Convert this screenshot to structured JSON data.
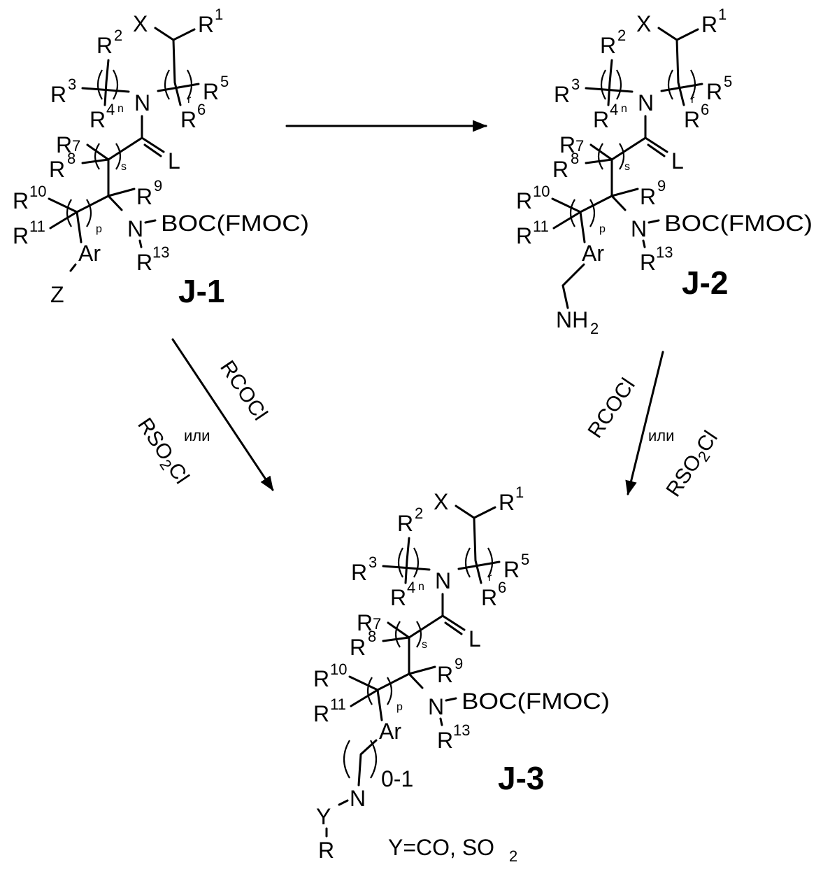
{
  "core": {
    "X": "X",
    "R1": [
      "R",
      "1"
    ],
    "R2": [
      "R",
      "2"
    ],
    "R3": [
      "R",
      "3"
    ],
    "R4": [
      "R",
      "4"
    ],
    "R5": [
      "R",
      "5"
    ],
    "R6": [
      "R",
      "6"
    ],
    "R7": [
      "R",
      "7"
    ],
    "R8": [
      "R",
      "8"
    ],
    "R9": [
      "R",
      "9"
    ],
    "R10": [
      "R",
      "10"
    ],
    "R11": [
      "R",
      "11"
    ],
    "R13": [
      "R",
      "13"
    ],
    "ring_N": "N",
    "amine_N": "N",
    "L": "L",
    "Ar": "Ar",
    "protecting_group": "BOC(FMOC)",
    "idx_n": "n",
    "idx_r": "r",
    "idx_s": "s",
    "idx_p": "p"
  },
  "compounds": [
    {
      "label": "J-1",
      "aryl_substituent": "Z"
    },
    {
      "label": "J-2",
      "aryl_substituent": [
        "NH",
        "2"
      ]
    },
    {
      "label": "J-3",
      "amide_N": "N",
      "repeat": "0-1",
      "Y": "Y",
      "R": "R",
      "note": [
        "Y=CO, SO",
        "2"
      ]
    }
  ],
  "arrows": [
    {
      "from": "J-1",
      "to": "J-2",
      "reagents": []
    },
    {
      "from": "J-1",
      "to": "J-3",
      "reagents": [
        "RCOCl",
        [
          "RSO",
          "2",
          "Cl"
        ]
      ],
      "conjunction": "или"
    },
    {
      "from": "J-2",
      "to": "J-3",
      "reagents": [
        "RCOCl",
        [
          "RSO",
          "2",
          "Cl"
        ]
      ],
      "conjunction": "или"
    }
  ]
}
